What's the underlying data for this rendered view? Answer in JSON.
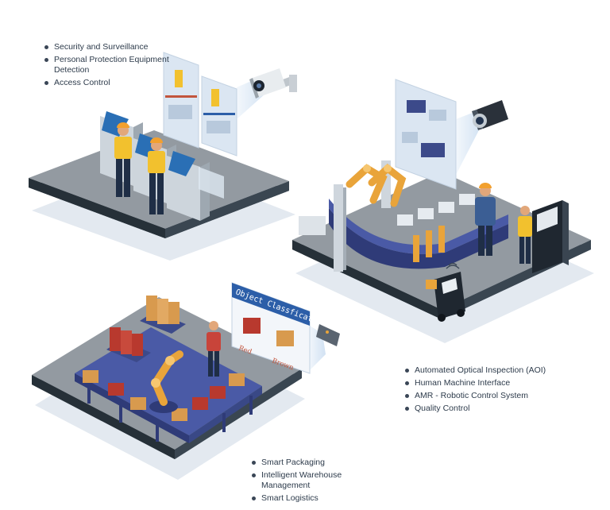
{
  "security": {
    "items": [
      "Security and Surveillance",
      "Personal Protection Equipment Detection",
      "Access Control"
    ]
  },
  "inspection": {
    "items": [
      "Automated Optical Inspection (AOI)",
      "Human Machine Interface",
      "AMR - Robotic Control System",
      "Quality Control"
    ]
  },
  "logistics": {
    "items": [
      "Smart Packaging",
      "Intelligent Warehouse Management",
      "Smart Logistics"
    ]
  },
  "classification_panel": {
    "title": "Object Classfication",
    "red_label": "Red",
    "brown_label": "Brown"
  },
  "colors": {
    "platform_top": "#8f969c",
    "platform_side": "#2f3a44",
    "platform_shadow": "#dfe5ec",
    "conveyor": "#3c4a8a",
    "robot_arm": "#e9a43a",
    "vest": "#f2c12e",
    "panel_bg": "#dbe6f2",
    "panel_header": "#2c5ea8",
    "box_brown": "#d89a4e",
    "box_red": "#b8392e"
  },
  "icons": [
    "cctv-camera-icon",
    "industrial-camera-icon",
    "handheld-scanner-icon",
    "wifi-signal-icon"
  ]
}
